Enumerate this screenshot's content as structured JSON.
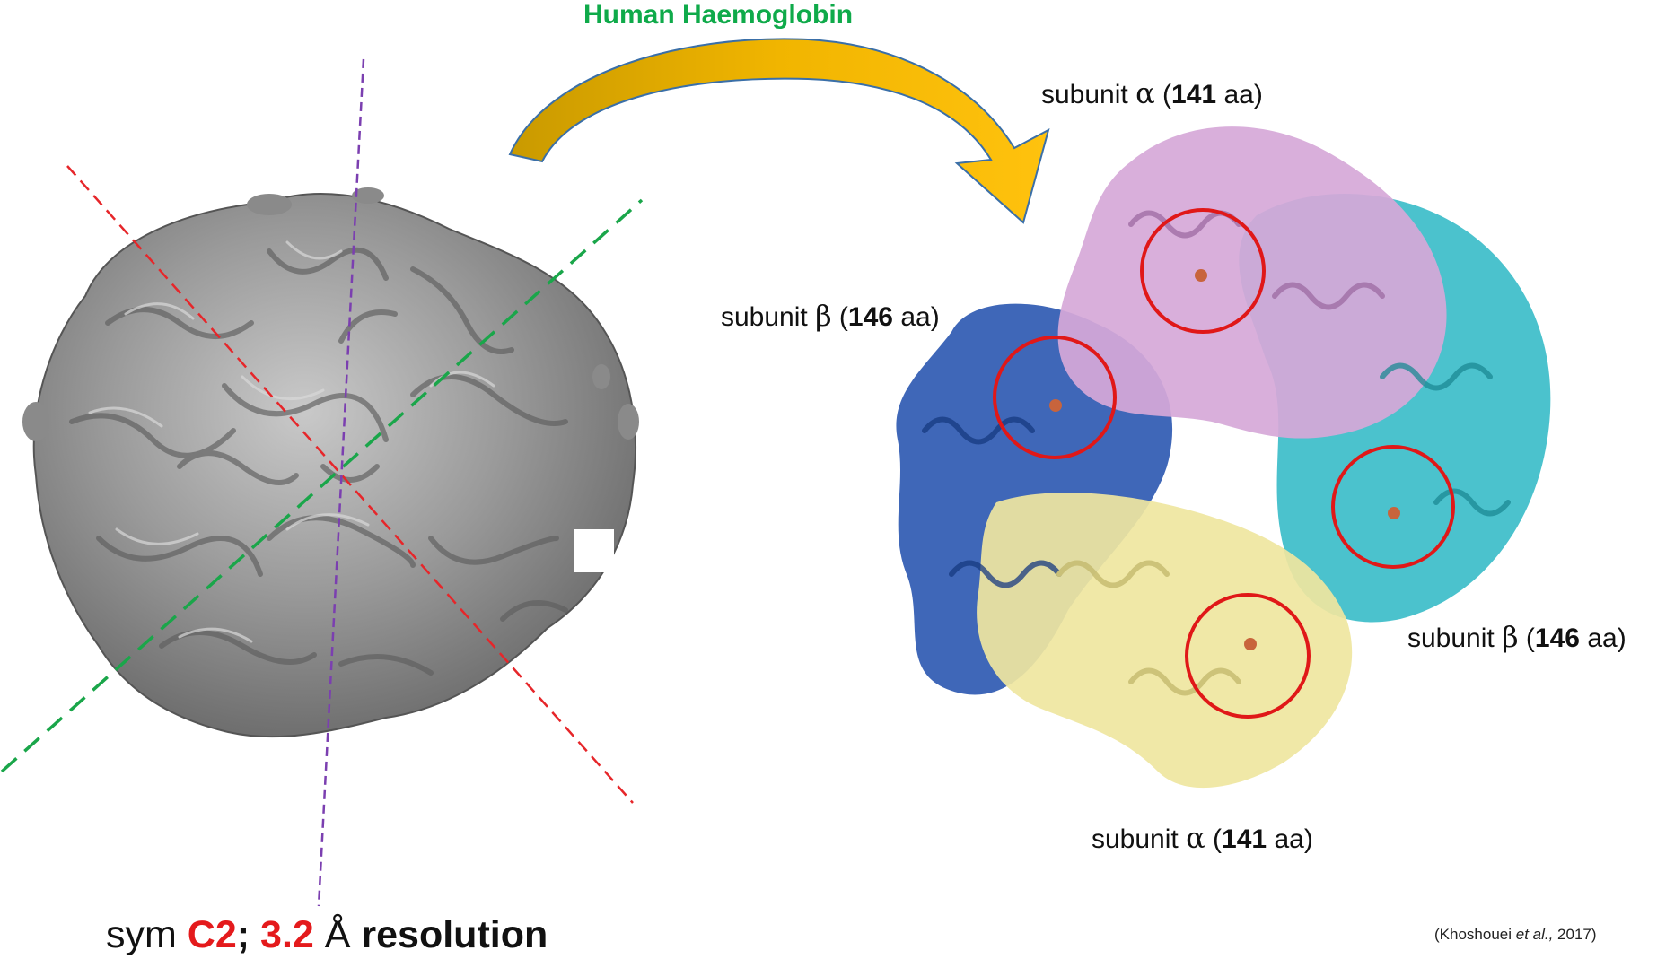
{
  "title": "Human Haemoglobin",
  "subunits": [
    {
      "word": "subunit",
      "greek": "α",
      "count": "141",
      "unit": "aa"
    },
    {
      "word": "subunit",
      "greek": "β",
      "count": "146",
      "unit": "aa"
    },
    {
      "word": "subunit",
      "greek": "β",
      "count": "146",
      "unit": "aa"
    },
    {
      "word": "subunit",
      "greek": "α",
      "count": "141",
      "unit": "aa"
    }
  ],
  "caption": {
    "sym": "sym",
    "symmetry": "C2",
    "sep": ";",
    "resolution_value": "3.2",
    "unit": "Å",
    "resolution_word": "resolution"
  },
  "citation": {
    "open": "(Khoshouei ",
    "etal": "et al.,",
    "year": " 2017)"
  },
  "colors": {
    "title": "#0faa4a",
    "density_map": "#8e8e8e",
    "axis_red": "#e6262a",
    "axis_green": "#1aa64a",
    "axis_purple": "#7b3fb0",
    "arrow": "#f0b400",
    "arrow_outline": "#3a6fa8",
    "subunit_alpha_top": "#d6a8d8",
    "subunit_beta_left": "#2a56b0",
    "subunit_beta_right": "#2bb7c4",
    "subunit_alpha_bottom": "#efe6a0",
    "heme_circle": "#e01818",
    "caption_highlight": "#e41a1c"
  }
}
